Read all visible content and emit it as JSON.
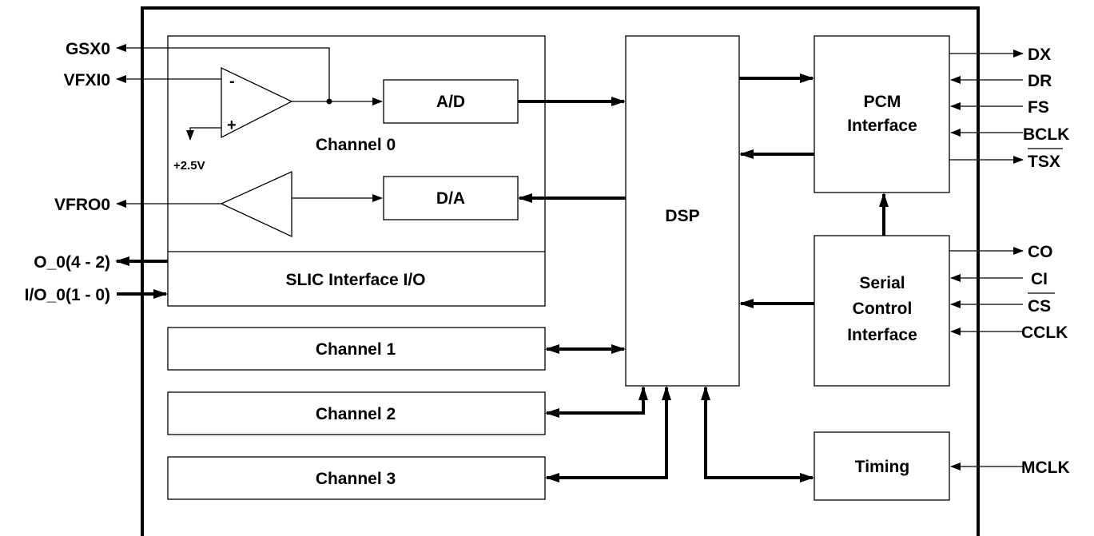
{
  "blocks": {
    "ad": "A/D",
    "da": "D/A",
    "channel0": "Channel 0",
    "slic": "SLIC Interface I/O",
    "channel1": "Channel 1",
    "channel2": "Channel 2",
    "channel3": "Channel 3",
    "dsp": "DSP",
    "pcm_line1": "PCM",
    "pcm_line2": "Interface",
    "serial_line1": "Serial",
    "serial_line2": "Control",
    "serial_line3": "Interface",
    "timing": "Timing"
  },
  "opamp": {
    "minus": "-",
    "plus": "+",
    "reference": "+2.5V"
  },
  "pins_left": {
    "gsx0": "GSX0",
    "vfxi0": "VFXI0",
    "vfro0": "VFRO0",
    "o0": "O_0(4 - 2)",
    "io0": "I/O_0(1 - 0)"
  },
  "pins_right": {
    "dx": "DX",
    "dr": "DR",
    "fs": "FS",
    "bclk": "BCLK",
    "tsx": "TSX",
    "co": "CO",
    "ci": "CI",
    "cs": "CS",
    "cclk": "CCLK",
    "mclk": "MCLK"
  }
}
